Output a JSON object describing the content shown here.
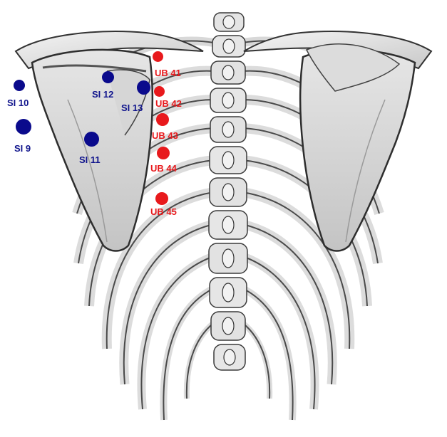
{
  "colors": {
    "si_point": "#0a0a8c",
    "ub_point": "#e8191c",
    "bone_fill": "#e9e9e9",
    "bone_shade": "#bdbdbd",
    "bone_outline": "#3a3a3a"
  },
  "points": {
    "si9": {
      "label": "SI 9"
    },
    "si10": {
      "label": "SI 10"
    },
    "si11": {
      "label": "SI 11"
    },
    "si12": {
      "label": "SI 12"
    },
    "si13": {
      "label": "SI 13"
    },
    "ub41": {
      "label": "UB 41"
    },
    "ub42": {
      "label": "UB 42"
    },
    "ub43": {
      "label": "UB 43"
    },
    "ub44": {
      "label": "UB 44"
    },
    "ub45": {
      "label": "UB 45"
    }
  }
}
